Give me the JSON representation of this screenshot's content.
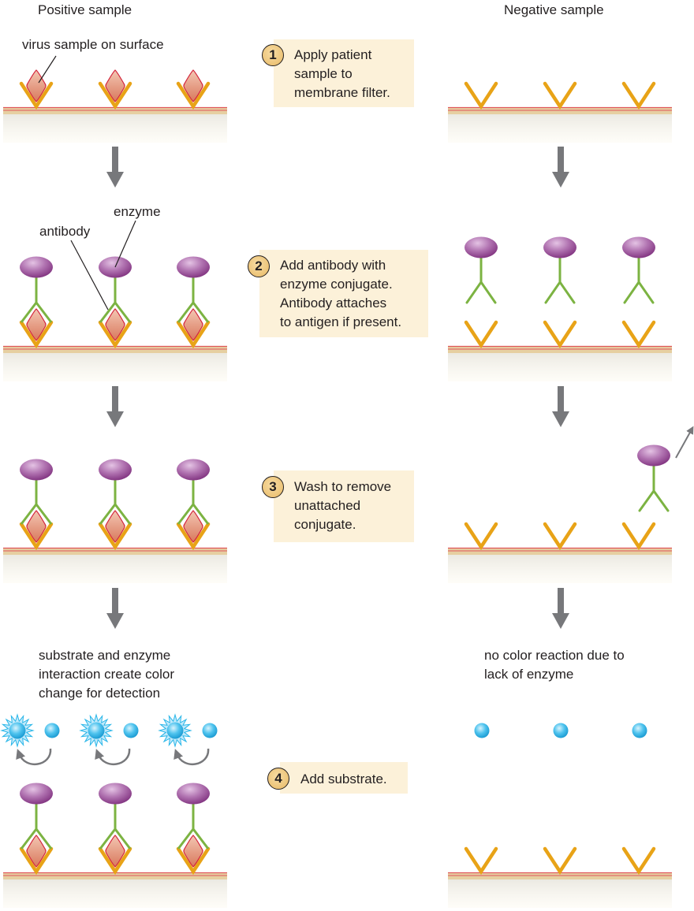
{
  "title": "ELISA: positive vs negative sample",
  "columns": {
    "positive_header": "Positive sample",
    "negative_header": "Negative sample"
  },
  "labels": {
    "virus_sample": "virus sample on surface",
    "enzyme": "enzyme",
    "antibody": "antibody",
    "positive_result": [
      "substrate and enzyme",
      "interaction create color",
      "change for detection"
    ],
    "negative_result": [
      "no color reaction due to",
      "lack of enzyme"
    ]
  },
  "steps": [
    {
      "number": "1",
      "lines": [
        "Apply patient",
        "sample to",
        "membrane filter."
      ]
    },
    {
      "number": "2",
      "lines": [
        "Add antibody with",
        "enzyme conjugate.",
        "Antibody attaches",
        "to antigen if present."
      ]
    },
    {
      "number": "3",
      "lines": [
        "Wash to remove",
        "unattached",
        "conjugate."
      ]
    },
    {
      "number": "4",
      "lines": [
        "Add substrate."
      ]
    }
  ],
  "colors": {
    "capture_antibody": "#e8a317",
    "detection_antibody": "#7cb342",
    "antigen_fill": "#e49a7f",
    "antigen_stroke": "#d3233a",
    "enzyme": "#9c4a9a",
    "substrate": "#29b6e8",
    "membrane": "#e6cfa1",
    "membrane_line": "#e0565a",
    "arrow": "#77787b",
    "step_box": "#fcf1d9"
  }
}
